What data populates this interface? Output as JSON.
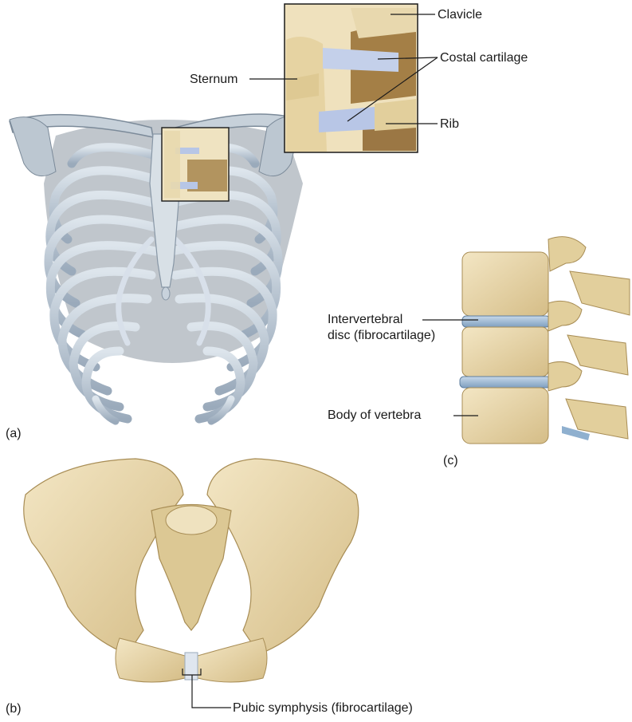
{
  "figure": {
    "panels": {
      "a": "(a)",
      "b": "(b)",
      "c": "(c)"
    },
    "labels": {
      "clavicle": "Clavicle",
      "costal_cartilage": "Costal cartilage",
      "sternum": "Sternum",
      "rib": "Rib",
      "intervertebral_line1": "Intervertebral",
      "intervertebral_line2": "disc (fibrocartilage)",
      "body_of_vertebra": "Body of vertebra",
      "pubic_symphysis": "Pubic symphysis (fibrocartilage)"
    },
    "colors": {
      "bone": "#e8d8ae",
      "bone_shade": "#c9b07a",
      "rib_bone": "#c9d3dc",
      "rib_shade": "#8fa0b1",
      "cartilage": "#b7c6e6",
      "disc": "#8fb0cf",
      "muscle": "#a7864e",
      "leader": "#1a1a1a"
    }
  }
}
